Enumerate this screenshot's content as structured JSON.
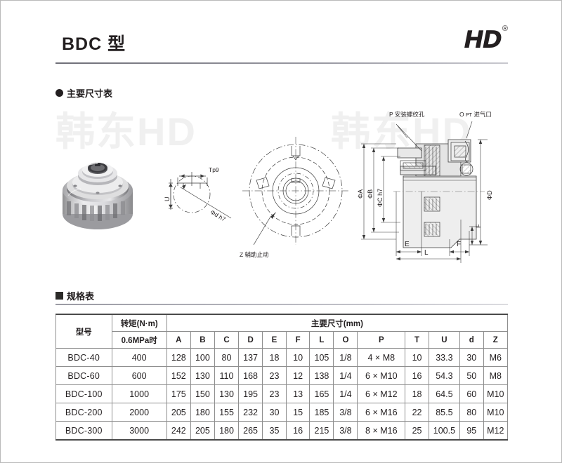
{
  "header": {
    "title": "BDC 型",
    "logo_text": "HD",
    "logo_trademark": "®"
  },
  "watermark": {
    "text": "韩东HD"
  },
  "sections": {
    "dimensions_heading": "主要尺寸表",
    "spec_heading": "规格表"
  },
  "drawings": {
    "keyway": {
      "tp9": "Tp9",
      "u": "U",
      "shaft": "Φd h7"
    },
    "front_view": {
      "stopper": "Z 辅助止动"
    },
    "section_view": {
      "mounting_hole": "P 安装螺纹孔",
      "air_inlet_o": "O",
      "air_inlet_pt": "PT",
      "air_inlet_text": "进气口",
      "dim_a": "ΦA",
      "dim_b": "ΦB",
      "dim_c": "ΦC h7",
      "dim_d": "ΦD",
      "dim_e": "E",
      "dim_f_right": "F",
      "dim_f_vert": "F",
      "dim_l": "L"
    }
  },
  "table": {
    "header": {
      "model": "型号",
      "torque_title": "转矩(N·m)",
      "torque_sub": "0.6MPa时",
      "dims_group": "主要尺寸(mm)",
      "columns": [
        "A",
        "B",
        "C",
        "D",
        "E",
        "F",
        "L",
        "O",
        "P",
        "T",
        "U",
        "d",
        "Z"
      ]
    },
    "rows": [
      {
        "model": "BDC-40",
        "torque": "400",
        "values": [
          "128",
          "100",
          "80",
          "137",
          "18",
          "10",
          "105",
          "1/8",
          "4 × M8",
          "10",
          "33.3",
          "30",
          "M6"
        ]
      },
      {
        "model": "BDC-60",
        "torque": "600",
        "values": [
          "152",
          "130",
          "110",
          "168",
          "23",
          "12",
          "138",
          "1/4",
          "6 × M10",
          "16",
          "54.3",
          "50",
          "M8"
        ]
      },
      {
        "model": "BDC-100",
        "torque": "1000",
        "values": [
          "175",
          "150",
          "130",
          "195",
          "23",
          "13",
          "165",
          "1/4",
          "6 × M12",
          "18",
          "64.5",
          "60",
          "M10"
        ]
      },
      {
        "model": "BDC-200",
        "torque": "2000",
        "values": [
          "205",
          "180",
          "155",
          "232",
          "30",
          "15",
          "185",
          "3/8",
          "6 × M16",
          "22",
          "85.5",
          "80",
          "M10"
        ]
      },
      {
        "model": "BDC-300",
        "torque": "3000",
        "values": [
          "242",
          "205",
          "180",
          "265",
          "35",
          "16",
          "215",
          "3/8",
          "8 × M16",
          "25",
          "100.5",
          "95",
          "M12"
        ]
      }
    ]
  },
  "colors": {
    "ink": "#231f20",
    "rule": "#6f6f78",
    "table_border": "#8e8e8e"
  }
}
